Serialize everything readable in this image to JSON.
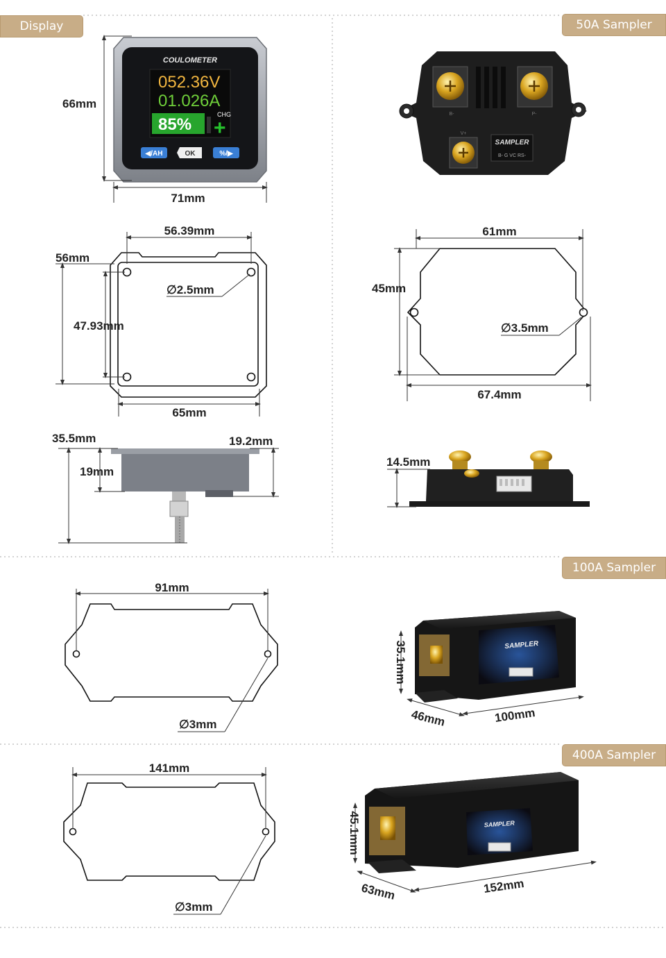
{
  "sections": {
    "display": "Display",
    "s50": "50A Sampler",
    "s100": "100A Sampler",
    "s400": "400A Sampler"
  },
  "display_panel": {
    "brand": "COULOMETER",
    "voltage": "052.36V",
    "current": "01.026A",
    "percent": "85%",
    "chg": "CHG",
    "chg_symbol": "+",
    "btn_left": "◀/AH",
    "btn_ok": "OK",
    "btn_right": "%/▶"
  },
  "display_dims": {
    "height": "66mm",
    "width": "71mm",
    "hole_spacing_w": "56.39mm",
    "outer_h": "56mm",
    "hole_spacing_h": "47.93mm",
    "hole_dia": "∅2.5mm",
    "base_w": "65mm",
    "total_depth": "35.5mm",
    "body_depth": "19mm",
    "right_depth": "19.2mm"
  },
  "sampler50": {
    "label": "SAMPLER",
    "pin_labels": "B- G VC RS-",
    "terminal_left": "B-",
    "terminal_right": "P-",
    "terminal_bottom": "V+",
    "width": "61mm",
    "height": "45mm",
    "hole_dia": "∅3.5mm",
    "total_w": "67.4mm",
    "thickness": "14.5mm"
  },
  "sampler100": {
    "label": "SAMPLER",
    "width": "91mm",
    "hole_dia": "∅3mm",
    "box_h": "35.1mm",
    "box_d": "46mm",
    "box_w": "100mm"
  },
  "sampler400": {
    "label": "SAMPLER",
    "width": "141mm",
    "hole_dia": "∅3mm",
    "box_h": "45.1mm",
    "box_d": "63mm",
    "box_w": "152mm"
  },
  "colors": {
    "tag_bg": "#c8ad87",
    "lcd_yellow": "#f2b640",
    "lcd_green": "#6fcf3a",
    "battery_green": "#27a52d",
    "button_blue": "#3a7fd5"
  }
}
